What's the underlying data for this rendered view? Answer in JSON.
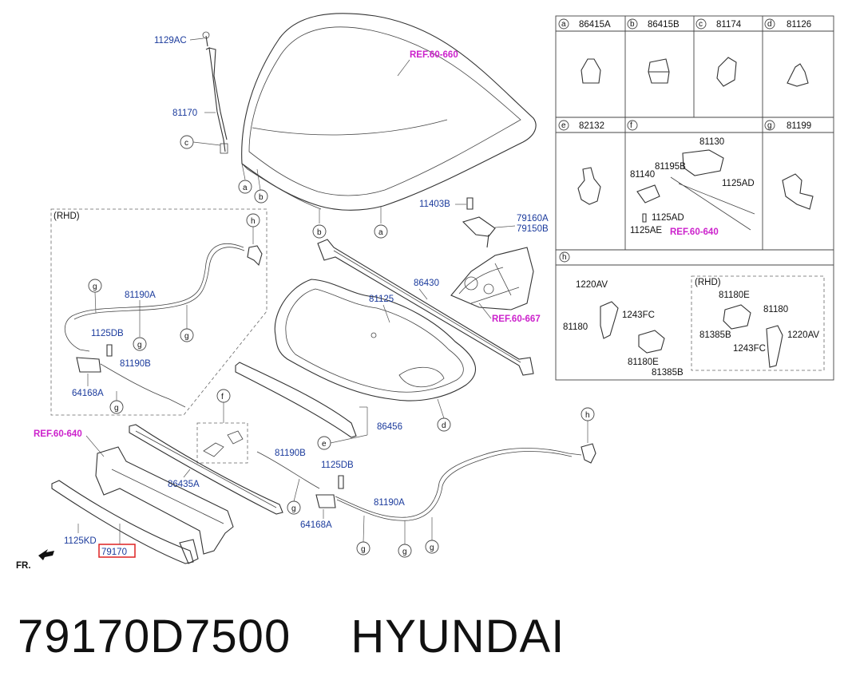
{
  "footer": {
    "part_number": "79170D7500",
    "brand": "HYUNDAI"
  },
  "orientation_label": "FR.",
  "rhd_label": "(RHD)",
  "highlighted_part": "79170",
  "ref_labels": [
    "REF.60-660",
    "REF.60-667",
    "REF.60-640",
    "REF.60-640"
  ],
  "callout_letters": [
    "a",
    "b",
    "c",
    "d",
    "e",
    "f",
    "g",
    "h"
  ],
  "legend": {
    "row1": [
      {
        "letter": "a",
        "part": "86415A"
      },
      {
        "letter": "b",
        "part": "86415B"
      },
      {
        "letter": "c",
        "part": "81174"
      },
      {
        "letter": "d",
        "part": "81126"
      }
    ],
    "row2": [
      {
        "letter": "e",
        "part": "82132"
      },
      {
        "letter": "f",
        "part": ""
      },
      {
        "letter": "g",
        "part": "81199"
      }
    ],
    "f_parts": [
      "81130",
      "81195B",
      "81140",
      "1125AD",
      "1125AD",
      "1125AE"
    ],
    "h_letter": "h",
    "h_parts": [
      "1220AV",
      "1243FC",
      "81180",
      "81180E",
      "81385B"
    ],
    "h_rhd_parts": [
      "81180E",
      "81180",
      "81385B",
      "1220AV",
      "1243FC"
    ]
  },
  "parts": {
    "p1129AC": "1129AC",
    "p81170": "81170",
    "p11403B": "11403B",
    "p79160A": "79160A",
    "p79150B": "79150B",
    "p86430": "86430",
    "p81125": "81125",
    "p81190A_rhd": "81190A",
    "p1125DB_rhd": "1125DB",
    "p81190B_rhd": "81190B",
    "p64168A_rhd": "64168A",
    "p86456": "86456",
    "p86435A": "86435A",
    "p81190B": "81190B",
    "p1125DB": "1125DB",
    "p64168A": "64168A",
    "p81190A": "81190A",
    "p1125KD": "1125KD"
  }
}
